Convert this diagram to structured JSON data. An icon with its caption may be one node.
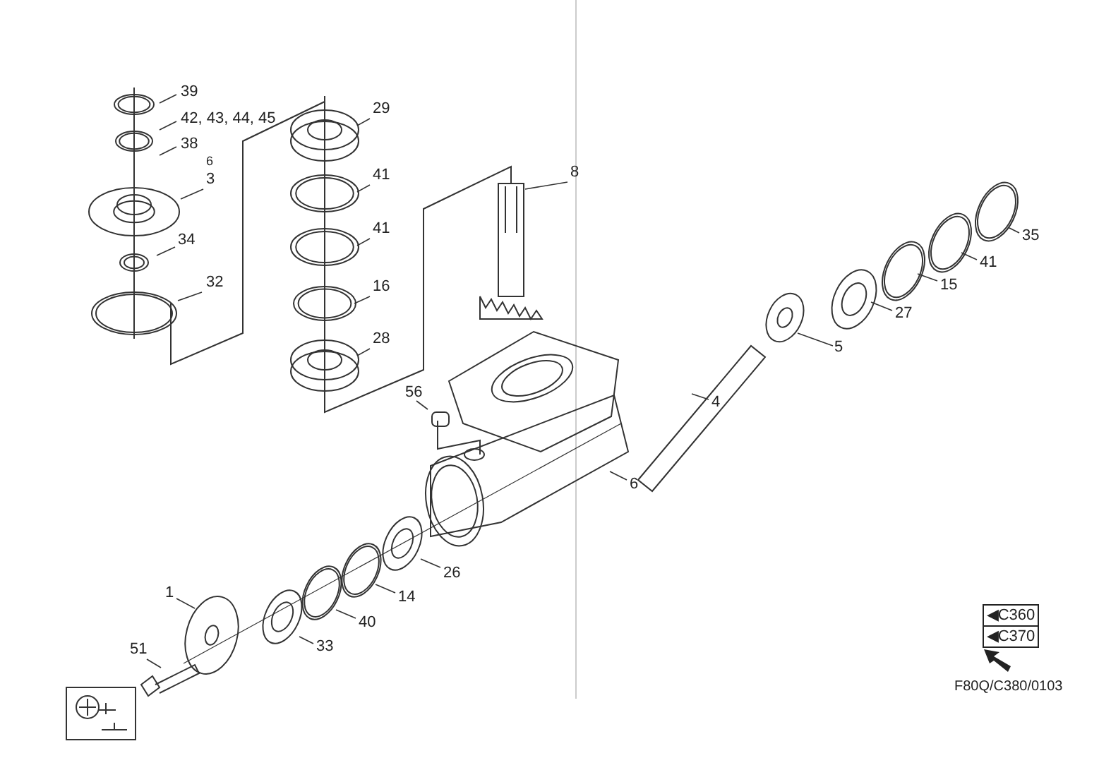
{
  "diagram": {
    "nodes": [
      {
        "text": [
          "39"
        ]
      },
      {
        "text": [
          "42, 43, 44, 45"
        ]
      },
      {
        "text": [
          "38"
        ]
      },
      {
        "text": [
          "3"
        ]
      },
      {
        "text": [
          "34"
        ]
      },
      {
        "text": [
          "32"
        ]
      },
      {
        "text": [
          "29"
        ]
      },
      {
        "text": [
          "41"
        ]
      },
      {
        "text": [
          "41"
        ]
      },
      {
        "text": [
          "16"
        ]
      },
      {
        "text": [
          "28"
        ]
      },
      {
        "text": [
          "8"
        ]
      },
      {
        "text": [
          "56"
        ]
      },
      {
        "text": [
          "6"
        ]
      },
      {
        "text": [
          "4"
        ]
      },
      {
        "text": [
          "5"
        ]
      },
      {
        "text": [
          "27"
        ]
      },
      {
        "text": [
          "15"
        ]
      },
      {
        "text": [
          "41"
        ]
      },
      {
        "text": [
          "35"
        ]
      },
      {
        "text": [
          "26"
        ]
      },
      {
        "text": [
          "14"
        ]
      },
      {
        "text": [
          "40"
        ]
      },
      {
        "text": [
          "33"
        ]
      },
      {
        "text": [
          "1"
        ]
      },
      {
        "text": [
          "51"
        ]
      }
    ],
    "edges": [
      {
        "from": 0,
        "to": null,
        "arrow": "none"
      },
      {
        "from": 1,
        "to": null,
        "arrow": "none"
      },
      {
        "from": 2,
        "to": null,
        "arrow": "none"
      },
      {
        "from": 3,
        "to": null,
        "arrow": "none"
      },
      {
        "from": 4,
        "to": null,
        "arrow": "none"
      },
      {
        "from": 5,
        "to": null,
        "arrow": "none"
      },
      {
        "from": 6,
        "to": null,
        "arrow": "none"
      },
      {
        "from": 7,
        "to": null,
        "arrow": "none"
      },
      {
        "from": 8,
        "to": null,
        "arrow": "none"
      },
      {
        "from": 9,
        "to": null,
        "arrow": "none"
      },
      {
        "from": 10,
        "to": null,
        "arrow": "none"
      },
      {
        "from": 11,
        "to": null,
        "arrow": "none"
      },
      {
        "from": 12,
        "to": null,
        "arrow": "none"
      },
      {
        "from": 13,
        "to": null,
        "arrow": "none"
      },
      {
        "from": 14,
        "to": null,
        "arrow": "none"
      },
      {
        "from": 15,
        "to": null,
        "arrow": "none"
      },
      {
        "from": 16,
        "to": null,
        "arrow": "none"
      },
      {
        "from": 17,
        "to": null,
        "arrow": "none"
      },
      {
        "from": 18,
        "to": null,
        "arrow": "none"
      },
      {
        "from": 19,
        "to": null,
        "arrow": "none"
      },
      {
        "from": 20,
        "to": null,
        "arrow": "none"
      },
      {
        "from": 21,
        "to": null,
        "arrow": "none"
      },
      {
        "from": 22,
        "to": null,
        "arrow": "none"
      },
      {
        "from": 23,
        "to": null,
        "arrow": "none"
      },
      {
        "from": 24,
        "to": null,
        "arrow": "none"
      },
      {
        "from": 25,
        "to": null,
        "arrow": "none"
      }
    ],
    "labels": [
      "6",
      "◀C360",
      "◀C370",
      "F80Q/C380/0103"
    ]
  }
}
